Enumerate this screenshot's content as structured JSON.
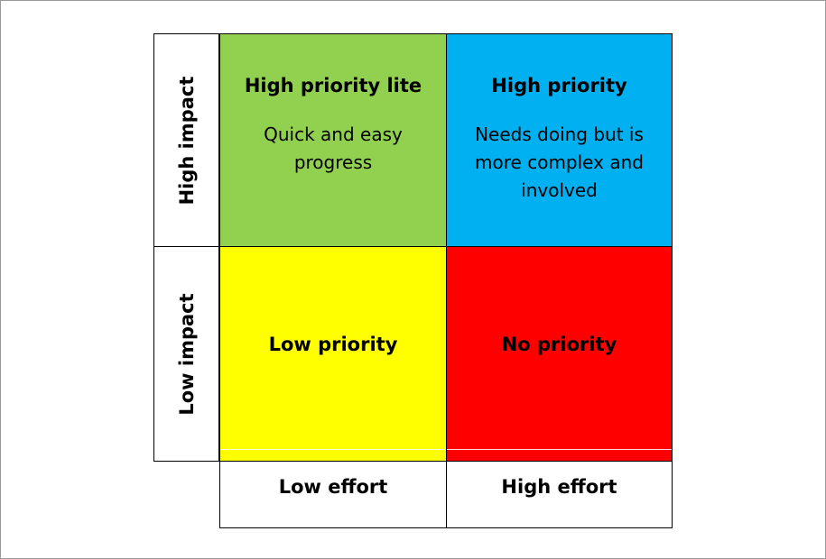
{
  "rows": {
    "high_impact": "High impact",
    "low_impact": "Low impact"
  },
  "columns": {
    "low_effort": "Low effort",
    "high_effort": "High effort"
  },
  "quadrants": {
    "high_priority_lite": {
      "title": "High priority lite",
      "desc": "Quick and easy progress",
      "color": "#92D050"
    },
    "high_priority": {
      "title": "High priority",
      "desc": "Needs doing but is more complex and involved",
      "color": "#00B0F0"
    },
    "low_priority": {
      "title": "Low priority",
      "color": "#FFFF00"
    },
    "no_priority": {
      "title": "No priority",
      "color": "#FF0000"
    }
  }
}
